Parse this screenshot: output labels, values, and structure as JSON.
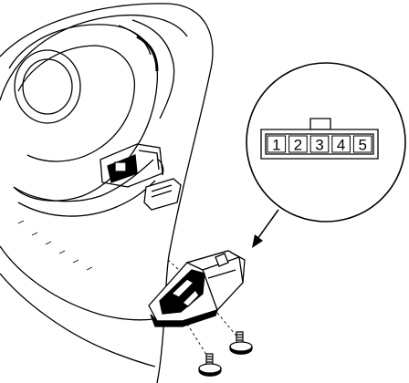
{
  "connector": {
    "pins": [
      "1",
      "2",
      "3",
      "4",
      "5"
    ]
  },
  "colors": {
    "line": "#000000",
    "fill": "#ffffff",
    "shadow": "#000000"
  }
}
